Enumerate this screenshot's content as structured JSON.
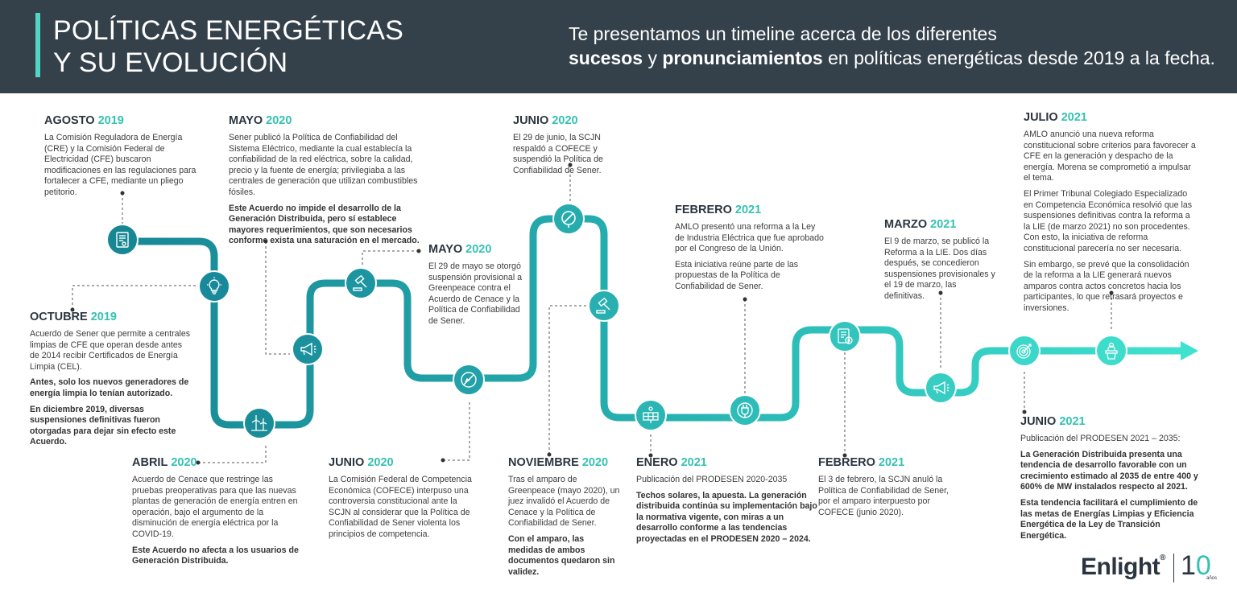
{
  "header": {
    "title_line1": "POLÍTICAS ENERGÉTICAS",
    "title_line2": "Y SU EVOLUCIÓN",
    "subtitle_line1": "Te presentamos un timeline acerca de los diferentes",
    "subtitle_bold1": "sucesos",
    "subtitle_y": " y ",
    "subtitle_bold2": "pronunciamientos",
    "subtitle_rest": " en políticas energéticas desde 2019 a la fecha."
  },
  "colors": {
    "accent": "#33c2b2",
    "dark": "#2b3540",
    "header_bg": "#34414b",
    "path_start": "#1a8f9a",
    "path_end": "#3fe0cd"
  },
  "events": [
    {
      "month": "AGOSTO",
      "year": "2019",
      "paragraphs": [
        "La Comisión Reguladora de Energía (CRE) y la Comisión Federal de Electricidad (CFE) buscaron modificaciones en las regulaciones para fortalecer a CFE, mediante un pliego petitorio."
      ],
      "bold": []
    },
    {
      "month": "OCTUBRE",
      "year": "2019",
      "paragraphs": [
        "Acuerdo de Sener que permite a centrales limpias de CFE que operan desde antes de 2014 recibir Certificados de Energía Limpia (CEL)."
      ],
      "bold": [
        "Antes, solo los nuevos generadores de energía limpia lo tenían autorizado.",
        "En diciembre 2019, diversas suspensiones definitivas fueron otorgadas para dejar sin efecto este Acuerdo."
      ]
    },
    {
      "month": "ABRIL",
      "year": "2020",
      "paragraphs": [
        "Acuerdo de Cenace que restringe las pruebas preoperativas para que las nuevas plantas de generación de energía entren en operación, bajo el argumento de la disminución de energía eléctrica por la COVID-19."
      ],
      "bold": [
        "Este Acuerdo no afecta a los usuarios de Generación Distribuida."
      ]
    },
    {
      "month": "MAYO",
      "year": "2020",
      "paragraphs": [
        "Sener publicó la Política de Confiabilidad del Sistema Eléctrico, mediante la cual establecía la confiabilidad de la red eléctrica, sobre la calidad, precio y la fuente de energía; privilegiaba a las centrales de generación que utilizan combustibles fósiles."
      ],
      "bold": [
        "Este Acuerdo no impide el desarrollo de la Generación Distribuida, pero sí establece mayores requerimientos, que son necesarios conforme exista una saturación en el mercado."
      ]
    },
    {
      "month": "JUNIO",
      "year": "2020",
      "paragraphs": [
        "La Comisión Federal de Competencia Económica (COFECE) interpuso una controversia constitucional ante la SCJN al considerar que la Política de Confiabilidad de Sener violenta los principios de competencia."
      ],
      "bold": []
    },
    {
      "month": "MAYO",
      "year": "2020",
      "paragraphs": [
        "El 29 de mayo se otorgó suspensión provisional a Greenpeace contra el Acuerdo de Cenace y la Política de Confiabilidad de Sener."
      ],
      "bold": []
    },
    {
      "month": "JUNIO",
      "year": "2020",
      "paragraphs": [
        "El 29 de junio, la SCJN respaldó a COFECE y suspendió la Política de Confiabilidad de Sener."
      ],
      "bold": []
    },
    {
      "month": "NOVIEMBRE",
      "year": "2020",
      "paragraphs": [
        "Tras el amparo de Greenpeace (mayo 2020), un juez invalidó el Acuerdo de Cenace y la Política de Confiabilidad de Sener."
      ],
      "bold": [
        "Con el amparo, las medidas de ambos documentos quedaron sin validez."
      ]
    },
    {
      "month": "ENERO",
      "year": "2021",
      "paragraphs": [
        "Publicación del PRODESEN 2020-2035"
      ],
      "bold": [
        "Techos solares, la apuesta. La generación distribuida continúa su implementación bajo la normativa vigente, con miras a un desarrollo conforme a las tendencias proyectadas en el PRODESEN 2020 – 2024."
      ]
    },
    {
      "month": "FEBRERO",
      "year": "2021",
      "paragraphs": [
        "AMLO presentó una reforma a la Ley de Industria Eléctrica que fue aprobado por el Congreso de la Unión.",
        "Esta iniciativa reúne parte de las propuestas de la Política de Confiabilidad de Sener."
      ],
      "bold": []
    },
    {
      "month": "FEBRERO",
      "year": "2021",
      "paragraphs": [
        "El 3 de febrero, la SCJN anuló la Política de Confiabilidad de Sener, por el amparo interpuesto por COFECE (junio 2020)."
      ],
      "bold": []
    },
    {
      "month": "MARZO",
      "year": "2021",
      "paragraphs": [
        "El 9 de marzo, se publicó la Reforma a la LIE. Dos días después, se concedieron suspensiones provisionales y el 19 de marzo, las definitivas."
      ],
      "bold": []
    },
    {
      "month": "JULIO",
      "year": "2021",
      "paragraphs": [
        "AMLO anunció una nueva reforma constitucional sobre criterios para favorecer a CFE en la generación y despacho de la energía. Morena se comprometió a impulsar el tema.",
        "El Primer Tribunal Colegiado Especializado en Competencia Económica resolvió que las suspensiones definitivas contra la reforma a la LIE (de marzo 2021) no son procedentes. Con esto, la iniciativa de reforma constitucional parecería no ser necesaria.",
        "Sin embargo, se prevé que la consolidación de la reforma a la LIE generará nuevos amparos contra actos concretos hacia los participantes, lo que retrasará proyectos e inversiones."
      ],
      "bold": []
    },
    {
      "month": "JUNIO",
      "year": "2021",
      "paragraphs": [
        "Publicación del PRODESEN 2021 – 2035:"
      ],
      "bold": [
        "La Generación Distribuida presenta una tendencia de desarrollo favorable con un crecimiento estimado al 2035 de entre 400 y 600% de MW instalados respecto al 2021.",
        "Esta tendencia facilitará el cumplimiento de las metas de Energías Limpias y Eficiencia Energética de la Ley de Transición Energética."
      ]
    }
  ],
  "icons": [
    "document-icon",
    "lightbulb-icon",
    "wind-turbine-icon",
    "megaphone-icon",
    "gavel-icon",
    "no-coal-icon",
    "forbidden-icon",
    "gavel-icon",
    "solar-panel-icon",
    "plug-icon",
    "checklist-icon",
    "megaphone-icon",
    "target-icon",
    "podium-icon"
  ],
  "logo": {
    "brand": "Enlight",
    "reg": "®",
    "ten_one": "1",
    "ten_zero": "0",
    "anos": "años"
  }
}
